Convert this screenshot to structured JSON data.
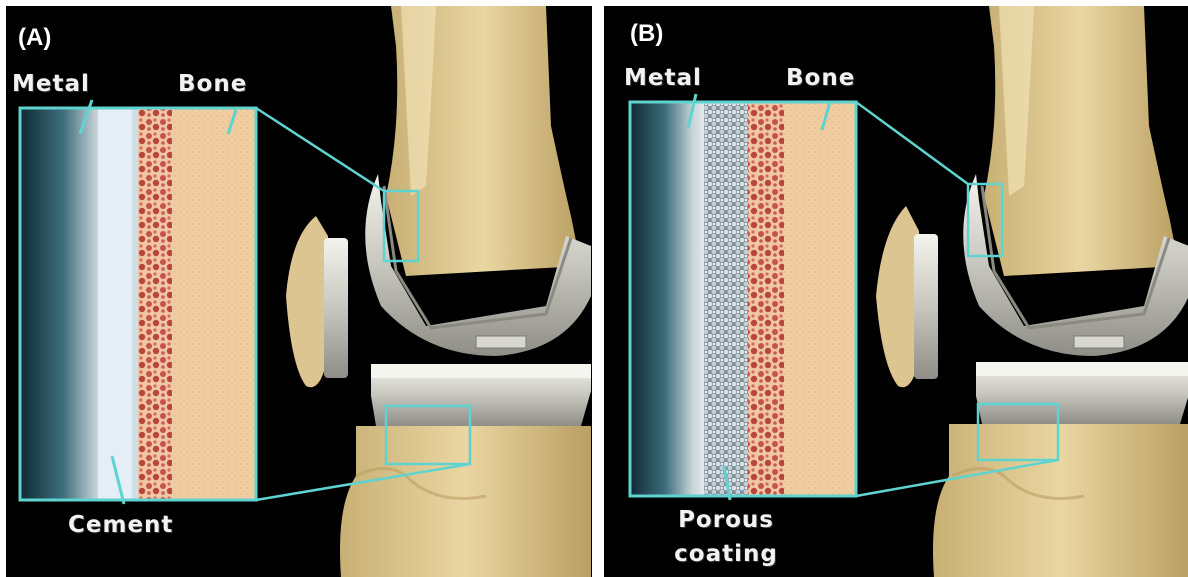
{
  "panels": [
    {
      "letter": "(A)",
      "labels": {
        "metal": "Metal",
        "bone": "Bone",
        "interface": "Cement"
      }
    },
    {
      "letter": "(B)",
      "labels": {
        "metal": "Metal",
        "bone": "Bone",
        "interface_line1": "Porous",
        "interface_line2": "coating"
      }
    }
  ],
  "colors": {
    "outline": "#5fd3d0",
    "bone": "#e6d09a",
    "bone_inset": "#f2cfa2",
    "trabecular": "#c9544a",
    "background": "#000000"
  },
  "icons": [
    "knee-femur-illustration",
    "patella-illustration",
    "tibia-illustration",
    "femoral-component",
    "tibial-component"
  ]
}
